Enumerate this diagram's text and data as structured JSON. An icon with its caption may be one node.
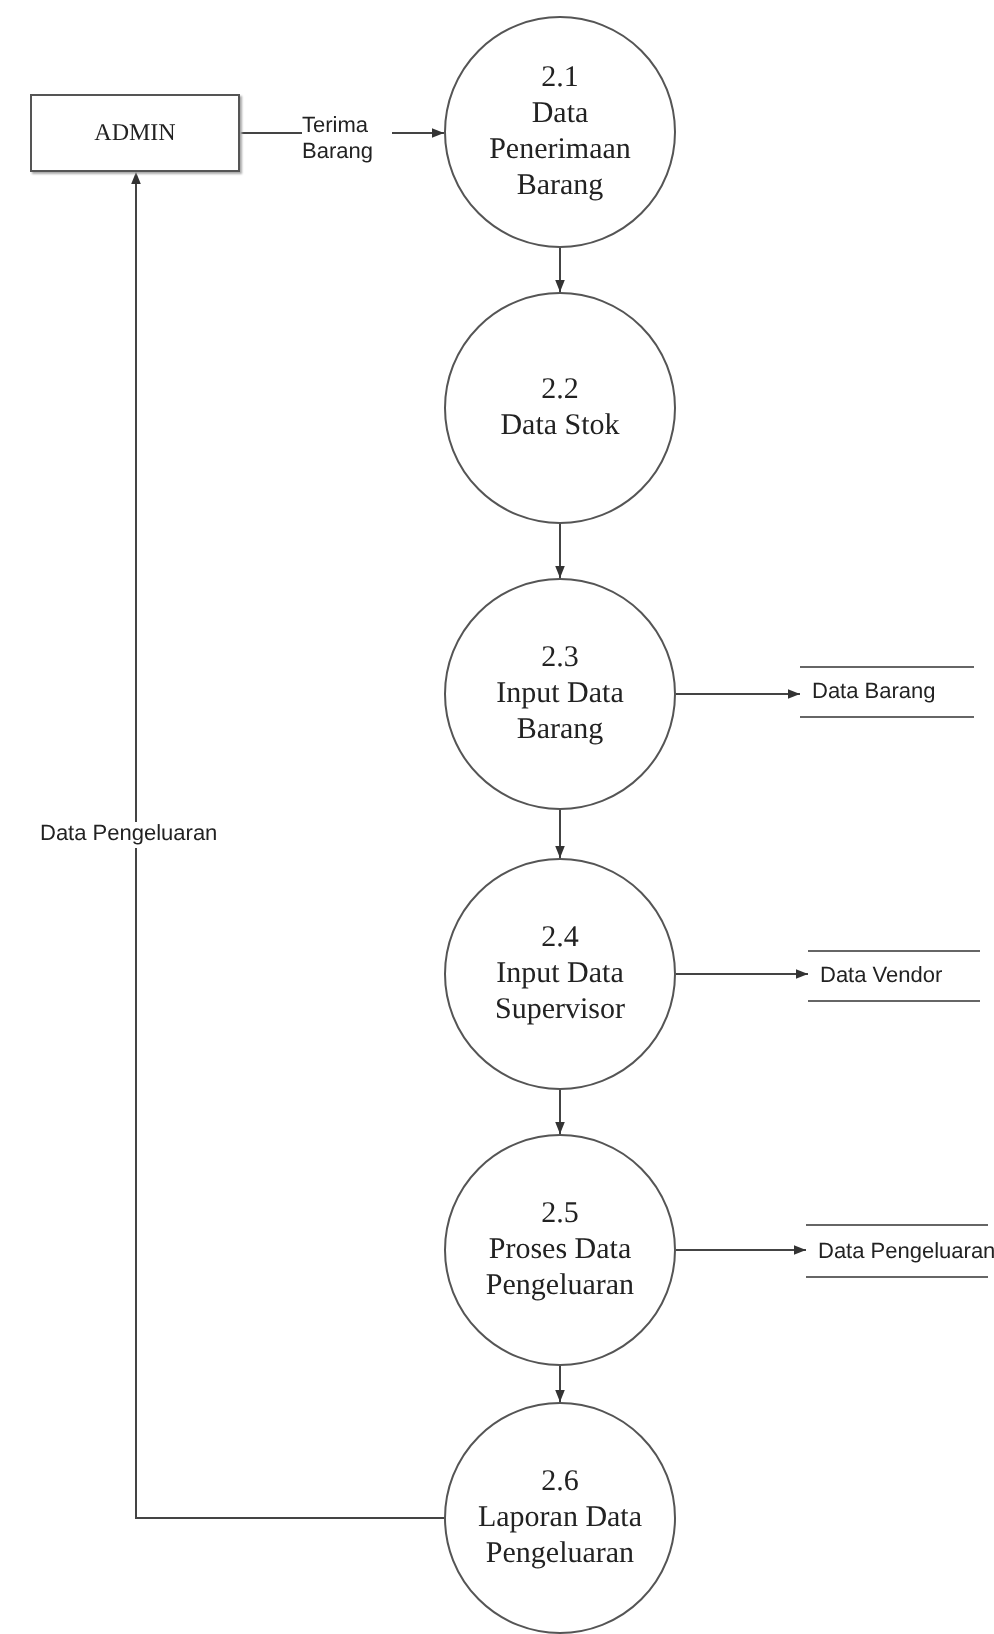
{
  "diagram": {
    "nodes": [
      {
        "text": [
          "ADMIN"
        ]
      },
      {
        "text": [
          "2.1",
          "Data Penerimaan Barang"
        ]
      },
      {
        "text": [
          "2.2",
          "Data Stok"
        ]
      },
      {
        "text": [
          "2.3",
          "Input Data Barang"
        ]
      },
      {
        "text": [
          "2.4",
          "Input Data Supervisor"
        ]
      },
      {
        "text": [
          "2.5",
          "Proses Data Pengeluaran"
        ]
      },
      {
        "text": [
          "2.6",
          "Laporan Data Pengeluaran"
        ]
      },
      {
        "text": [
          "Data Barang"
        ]
      },
      {
        "text": [
          "Data Vendor"
        ]
      },
      {
        "text": [
          "Data Pengeluaran"
        ]
      }
    ],
    "edges": [
      {
        "from": 0,
        "to": 1,
        "arrow": "to",
        "label": "Terima Barang"
      },
      {
        "from": 1,
        "to": 2,
        "arrow": "to"
      },
      {
        "from": 2,
        "to": 3,
        "arrow": "to"
      },
      {
        "from": 3,
        "to": 4,
        "arrow": "to"
      },
      {
        "from": 4,
        "to": 5,
        "arrow": "to"
      },
      {
        "from": 5,
        "to": 6,
        "arrow": "to"
      },
      {
        "from": 3,
        "to": 7,
        "arrow": "to"
      },
      {
        "from": 4,
        "to": 8,
        "arrow": "to"
      },
      {
        "from": 5,
        "to": 9,
        "arrow": "to"
      },
      {
        "from": 6,
        "to": 0,
        "arrow": "to",
        "label": "Data Pengeluaran"
      }
    ]
  }
}
